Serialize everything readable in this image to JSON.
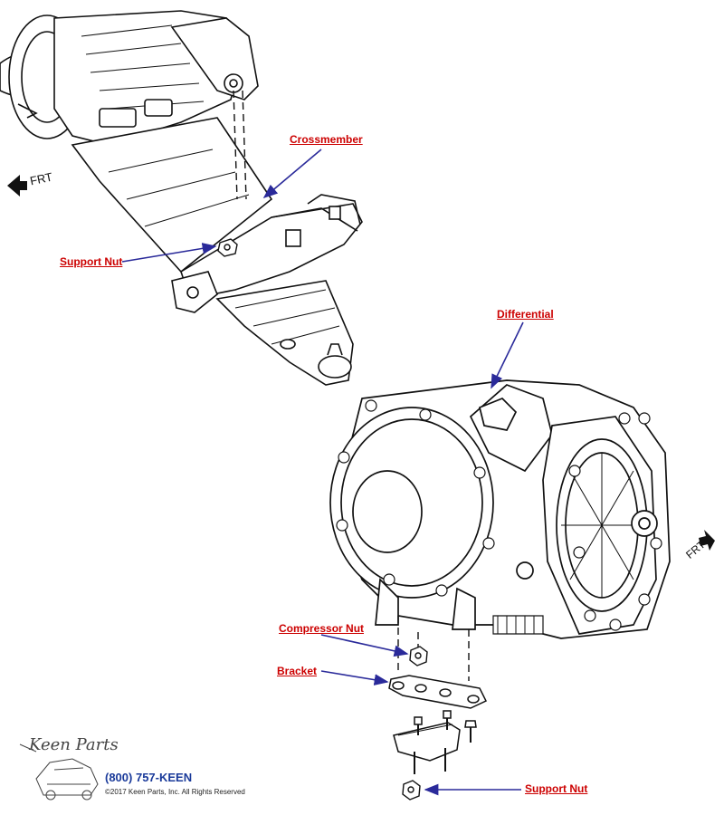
{
  "labels": {
    "crossmember": "Crossmember",
    "support_nut_top": "Support Nut",
    "differential": "Differential",
    "compressor_nut": "Compressor Nut",
    "bracket": "Bracket",
    "support_nut_bottom": "Support Nut"
  },
  "front_markers": {
    "top_left": "FRT",
    "right": "FRT"
  },
  "footer": {
    "brand": "Keen Parts",
    "phone": "(800) 757-KEEN",
    "copyright": "©2017 Keen Parts, Inc. All Rights Reserved"
  },
  "colors": {
    "label_red": "#cc0000",
    "arrow_blue": "#2a2a9a",
    "phone_blue": "#1a3a9a",
    "line_black": "#111111"
  }
}
